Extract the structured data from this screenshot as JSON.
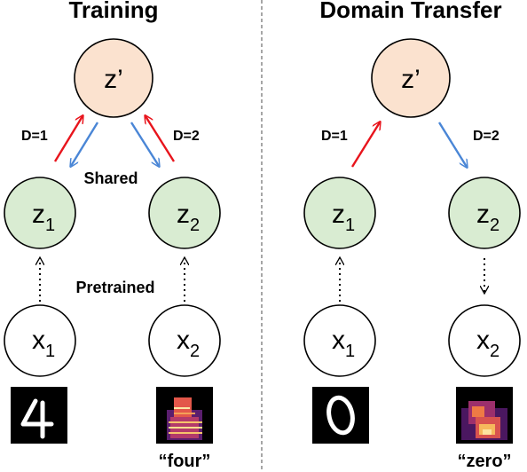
{
  "panels": {
    "training": {
      "title": "Training",
      "shared_label": "Shared",
      "pretrained_label": "Pretrained",
      "d1_label": "D=1",
      "d2_label": "D=2",
      "right_caption": "“four”"
    },
    "transfer": {
      "title": "Domain Transfer",
      "d1_label": "D=1",
      "d2_label": "D=2",
      "right_caption": "“zero”"
    }
  },
  "nodes": {
    "zprime": "z’",
    "z": "z",
    "x": "x",
    "sub1": "1",
    "sub2": "2"
  },
  "colors": {
    "latent_fill": "#fbe2cf",
    "domain_fill": "#d9ecd2",
    "red_arrow": "#e8141c",
    "blue_arrow": "#4a86d6"
  },
  "thumbnails": {
    "training_left": "handwritten digit 4",
    "training_right": "spectrogram image",
    "transfer_left": "handwritten digit 0",
    "transfer_right": "spectrogram image"
  }
}
